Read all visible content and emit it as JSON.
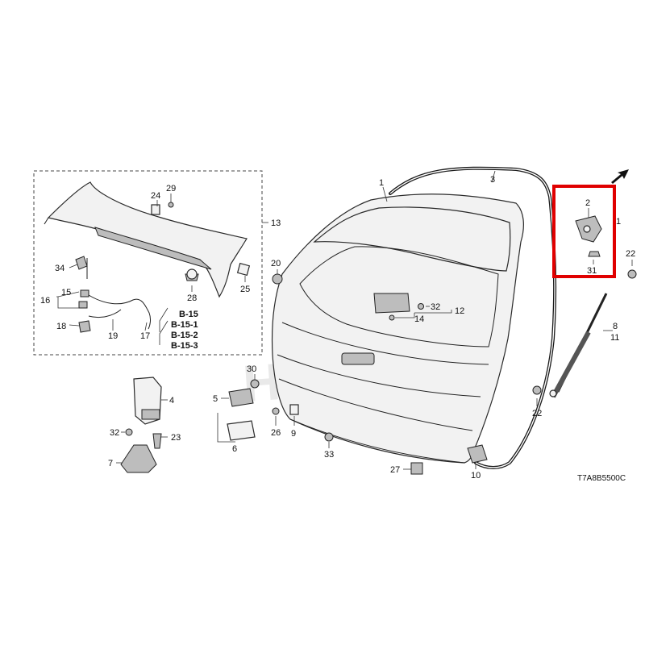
{
  "figure_code": "T7A8B5500C",
  "watermark": "HONDA",
  "highlight_color": "#e00000",
  "callouts": {
    "n1": "1",
    "n1b": "1",
    "n2": "2",
    "n3": "3",
    "n4": "4",
    "n5": "5",
    "n6": "6",
    "n7": "7",
    "n8": "8",
    "n9": "9",
    "n10": "10",
    "n11": "11",
    "n12": "12",
    "n13": "13",
    "n14": "14",
    "n15": "15",
    "n16": "16",
    "n17": "17",
    "n18": "18",
    "n19": "19",
    "n20": "20",
    "n22a": "22",
    "n22b": "22",
    "n23": "23",
    "n24": "24",
    "n25": "25",
    "n26": "26",
    "n27": "27",
    "n28": "28",
    "n29": "29",
    "n30": "30",
    "n31": "31",
    "n32a": "32",
    "n32b": "32",
    "n33": "33",
    "n34": "34"
  },
  "refs": [
    "B-15",
    "B-15-1",
    "B-15-2",
    "B-15-3"
  ]
}
